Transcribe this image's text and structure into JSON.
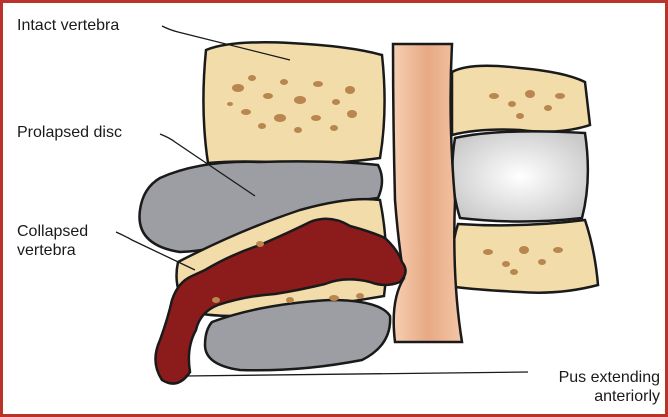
{
  "labels": {
    "intact_vertebra": "Intact vertebra",
    "prolapsed_disc": "Prolapsed disc",
    "collapsed_vertebra": "Collapsed\nvertebra",
    "pus_extending": "Pus extending\nanteriorly"
  },
  "colors": {
    "border": "#b9332b",
    "bone": "#f2dcaa",
    "bone_spots": "#b8864e",
    "disc": "#9c9ea3",
    "pus": "#8c1c1c",
    "spinal_cord": "#e9b08c",
    "healthy_disc": "#e6e6e6"
  }
}
